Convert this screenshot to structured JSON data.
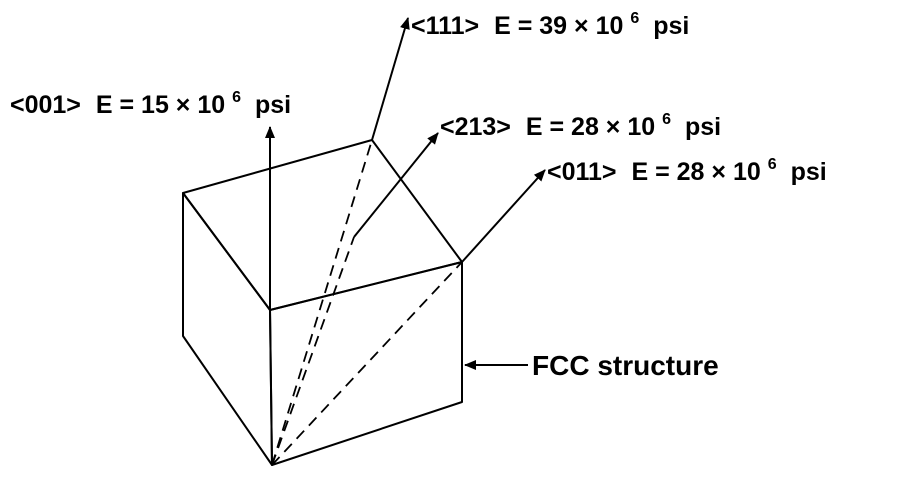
{
  "diagram": {
    "directions": [
      {
        "id": "001",
        "direction": "<001>",
        "modulus_prefix": "E = 15 × 10",
        "exponent": "6",
        "unit": "psi"
      },
      {
        "id": "111",
        "direction": "<111>",
        "modulus_prefix": "E = 39 × 10",
        "exponent": "6",
        "unit": "psi"
      },
      {
        "id": "213",
        "direction": "<213>",
        "modulus_prefix": "E = 28 × 10",
        "exponent": "6",
        "unit": "psi"
      },
      {
        "id": "011",
        "direction": "<011>",
        "modulus_prefix": "E = 28 × 10",
        "exponent": "6",
        "unit": "psi"
      }
    ],
    "structure_label": "FCC structure"
  }
}
